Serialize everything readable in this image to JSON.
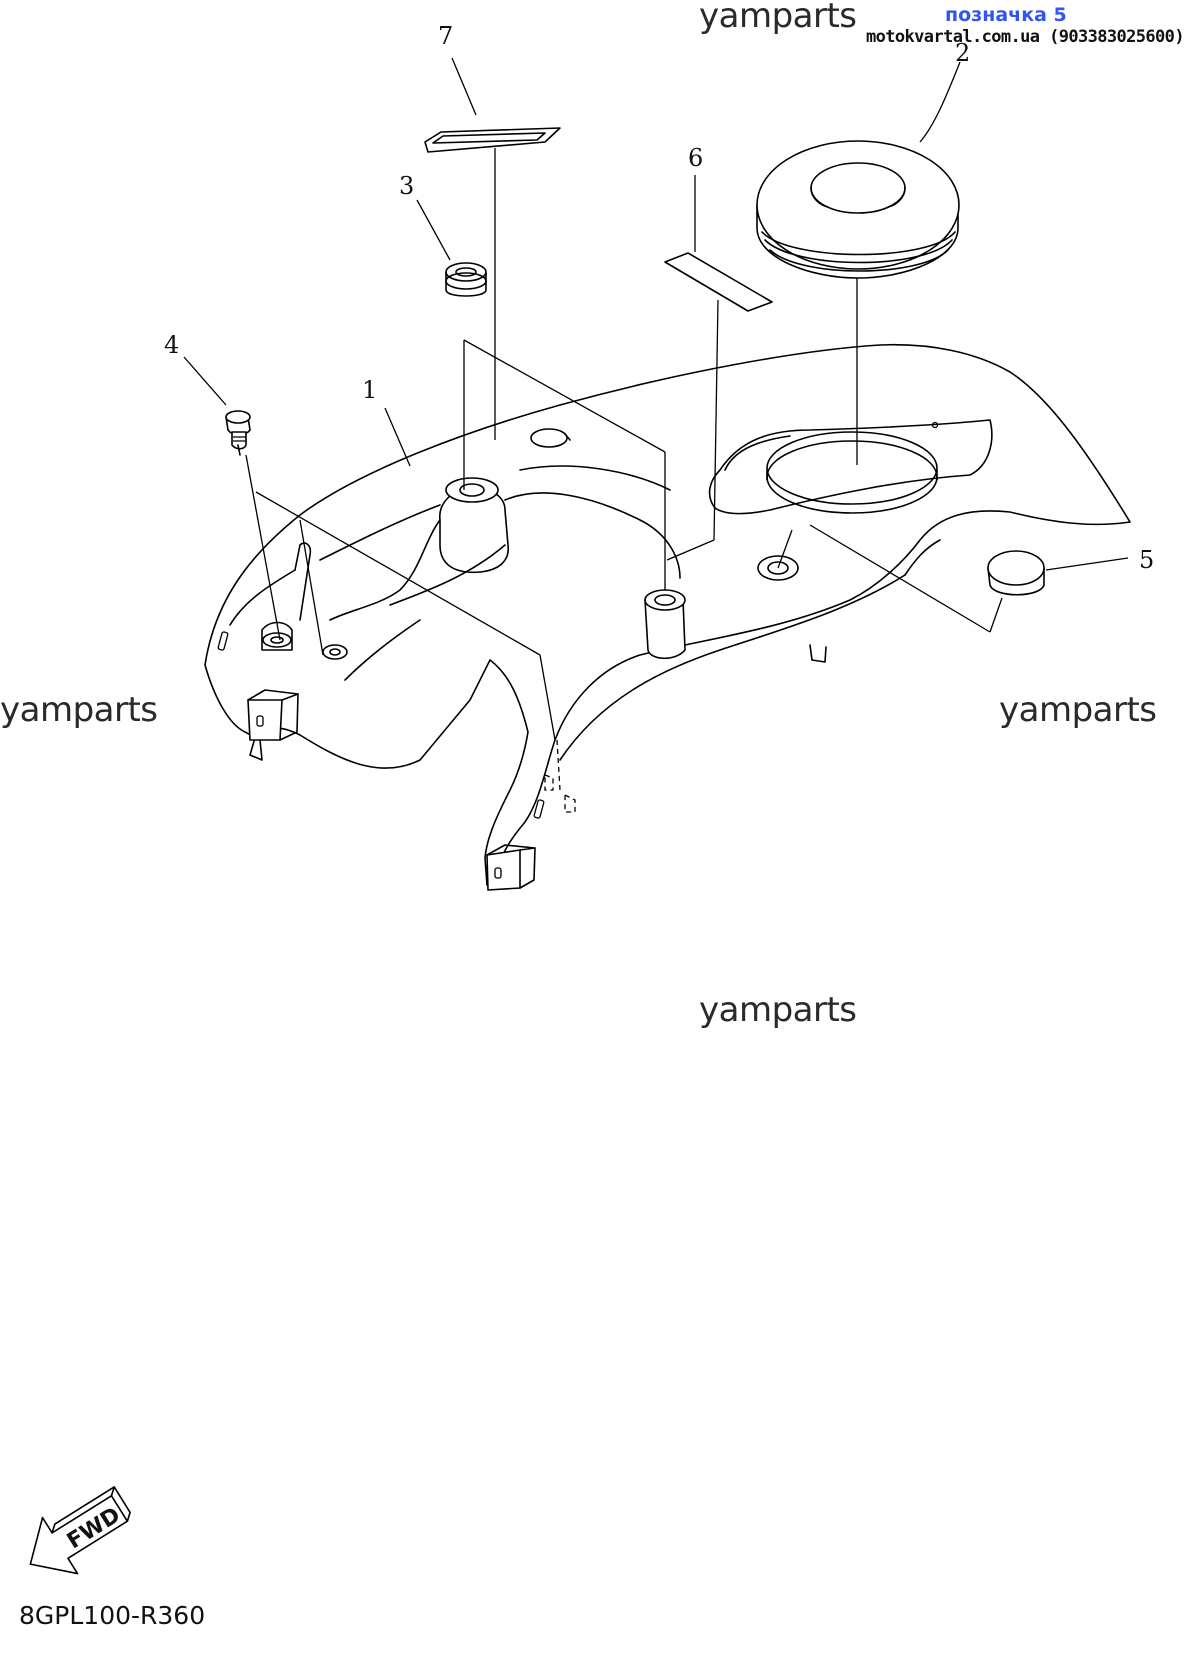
{
  "watermarks": [
    "yamparts",
    "yamparts",
    "yamparts",
    "yamparts"
  ],
  "tag": {
    "label": "позначка 5",
    "site": "motokvartal.com.ua (903383025600)"
  },
  "diagram_code": "8GPL100-R360",
  "fwd_label": "FWD",
  "callouts": [
    "1",
    "2",
    "3",
    "4",
    "5",
    "6",
    "7"
  ]
}
